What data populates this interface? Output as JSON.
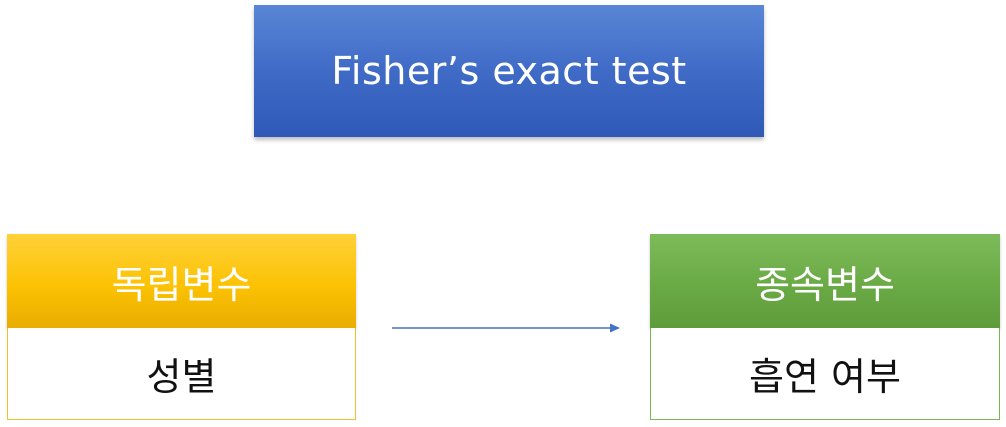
{
  "title": {
    "text": "Fisher’s exact test"
  },
  "independent_variable": {
    "header": "독립변수",
    "value": "성별"
  },
  "dependent_variable": {
    "header": "종속변수",
    "value": "흡연 여부"
  },
  "colors": {
    "title_blue": "#4472C4",
    "independent_yellow": "#FFC000",
    "dependent_green": "#70AD47",
    "arrow_blue": "#4472C4"
  }
}
